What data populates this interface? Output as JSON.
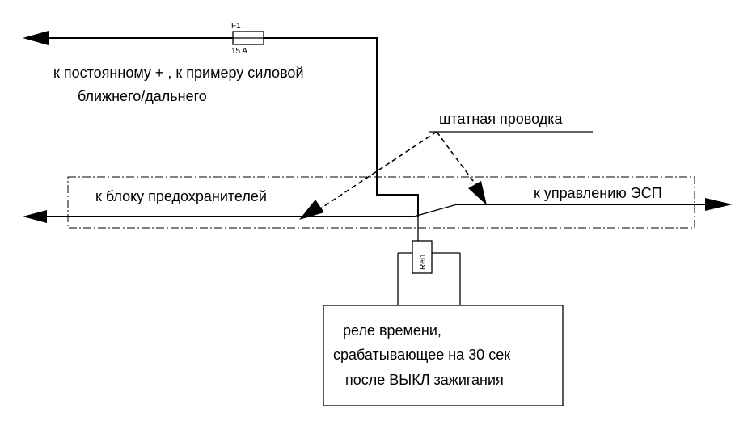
{
  "fuse": {
    "name": "F1",
    "rating": "15 A"
  },
  "relay": {
    "name": "Rel1"
  },
  "labels": {
    "constant_plus_line1": "к постоянному + , к примеру силовой",
    "constant_plus_line2": "ближнего/дальнего",
    "stock_wiring": "штатная проводка",
    "fuse_block": "к блоку предохранителей",
    "esp_control": "к управлению ЭСП"
  },
  "timer_relay": {
    "line1": "реле времени,",
    "line2": "срабатывающее на 30 сек",
    "line3": "после ВЫКЛ зажигания"
  }
}
